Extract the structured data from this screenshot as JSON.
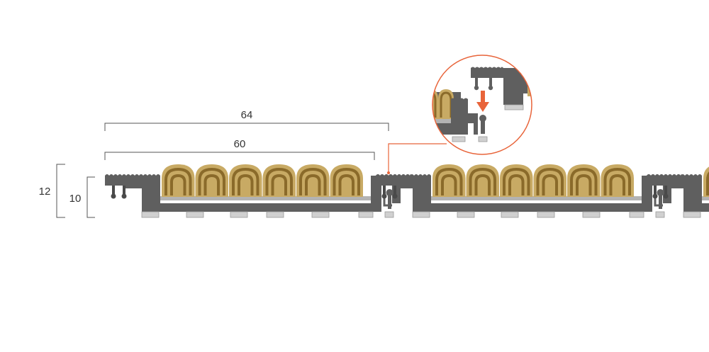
{
  "dimensions": {
    "outer_width": "64",
    "inner_width": "60",
    "outer_height": "12",
    "inner_height": "10"
  },
  "colors": {
    "profile": "#5f5f5f",
    "profile_dark": "#4a4a4a",
    "pad": "#d0d0d0",
    "pad_edge": "#9a9a9a",
    "insert_light": "#c8aa64",
    "insert_dark": "#8a6a2a",
    "insert_base": "#b3b3b3",
    "dim_line": "#555555",
    "callout": "#e8643a",
    "arrow": "#e8643a"
  },
  "icons": {
    "callout_arrow": "down-arrow-icon"
  }
}
